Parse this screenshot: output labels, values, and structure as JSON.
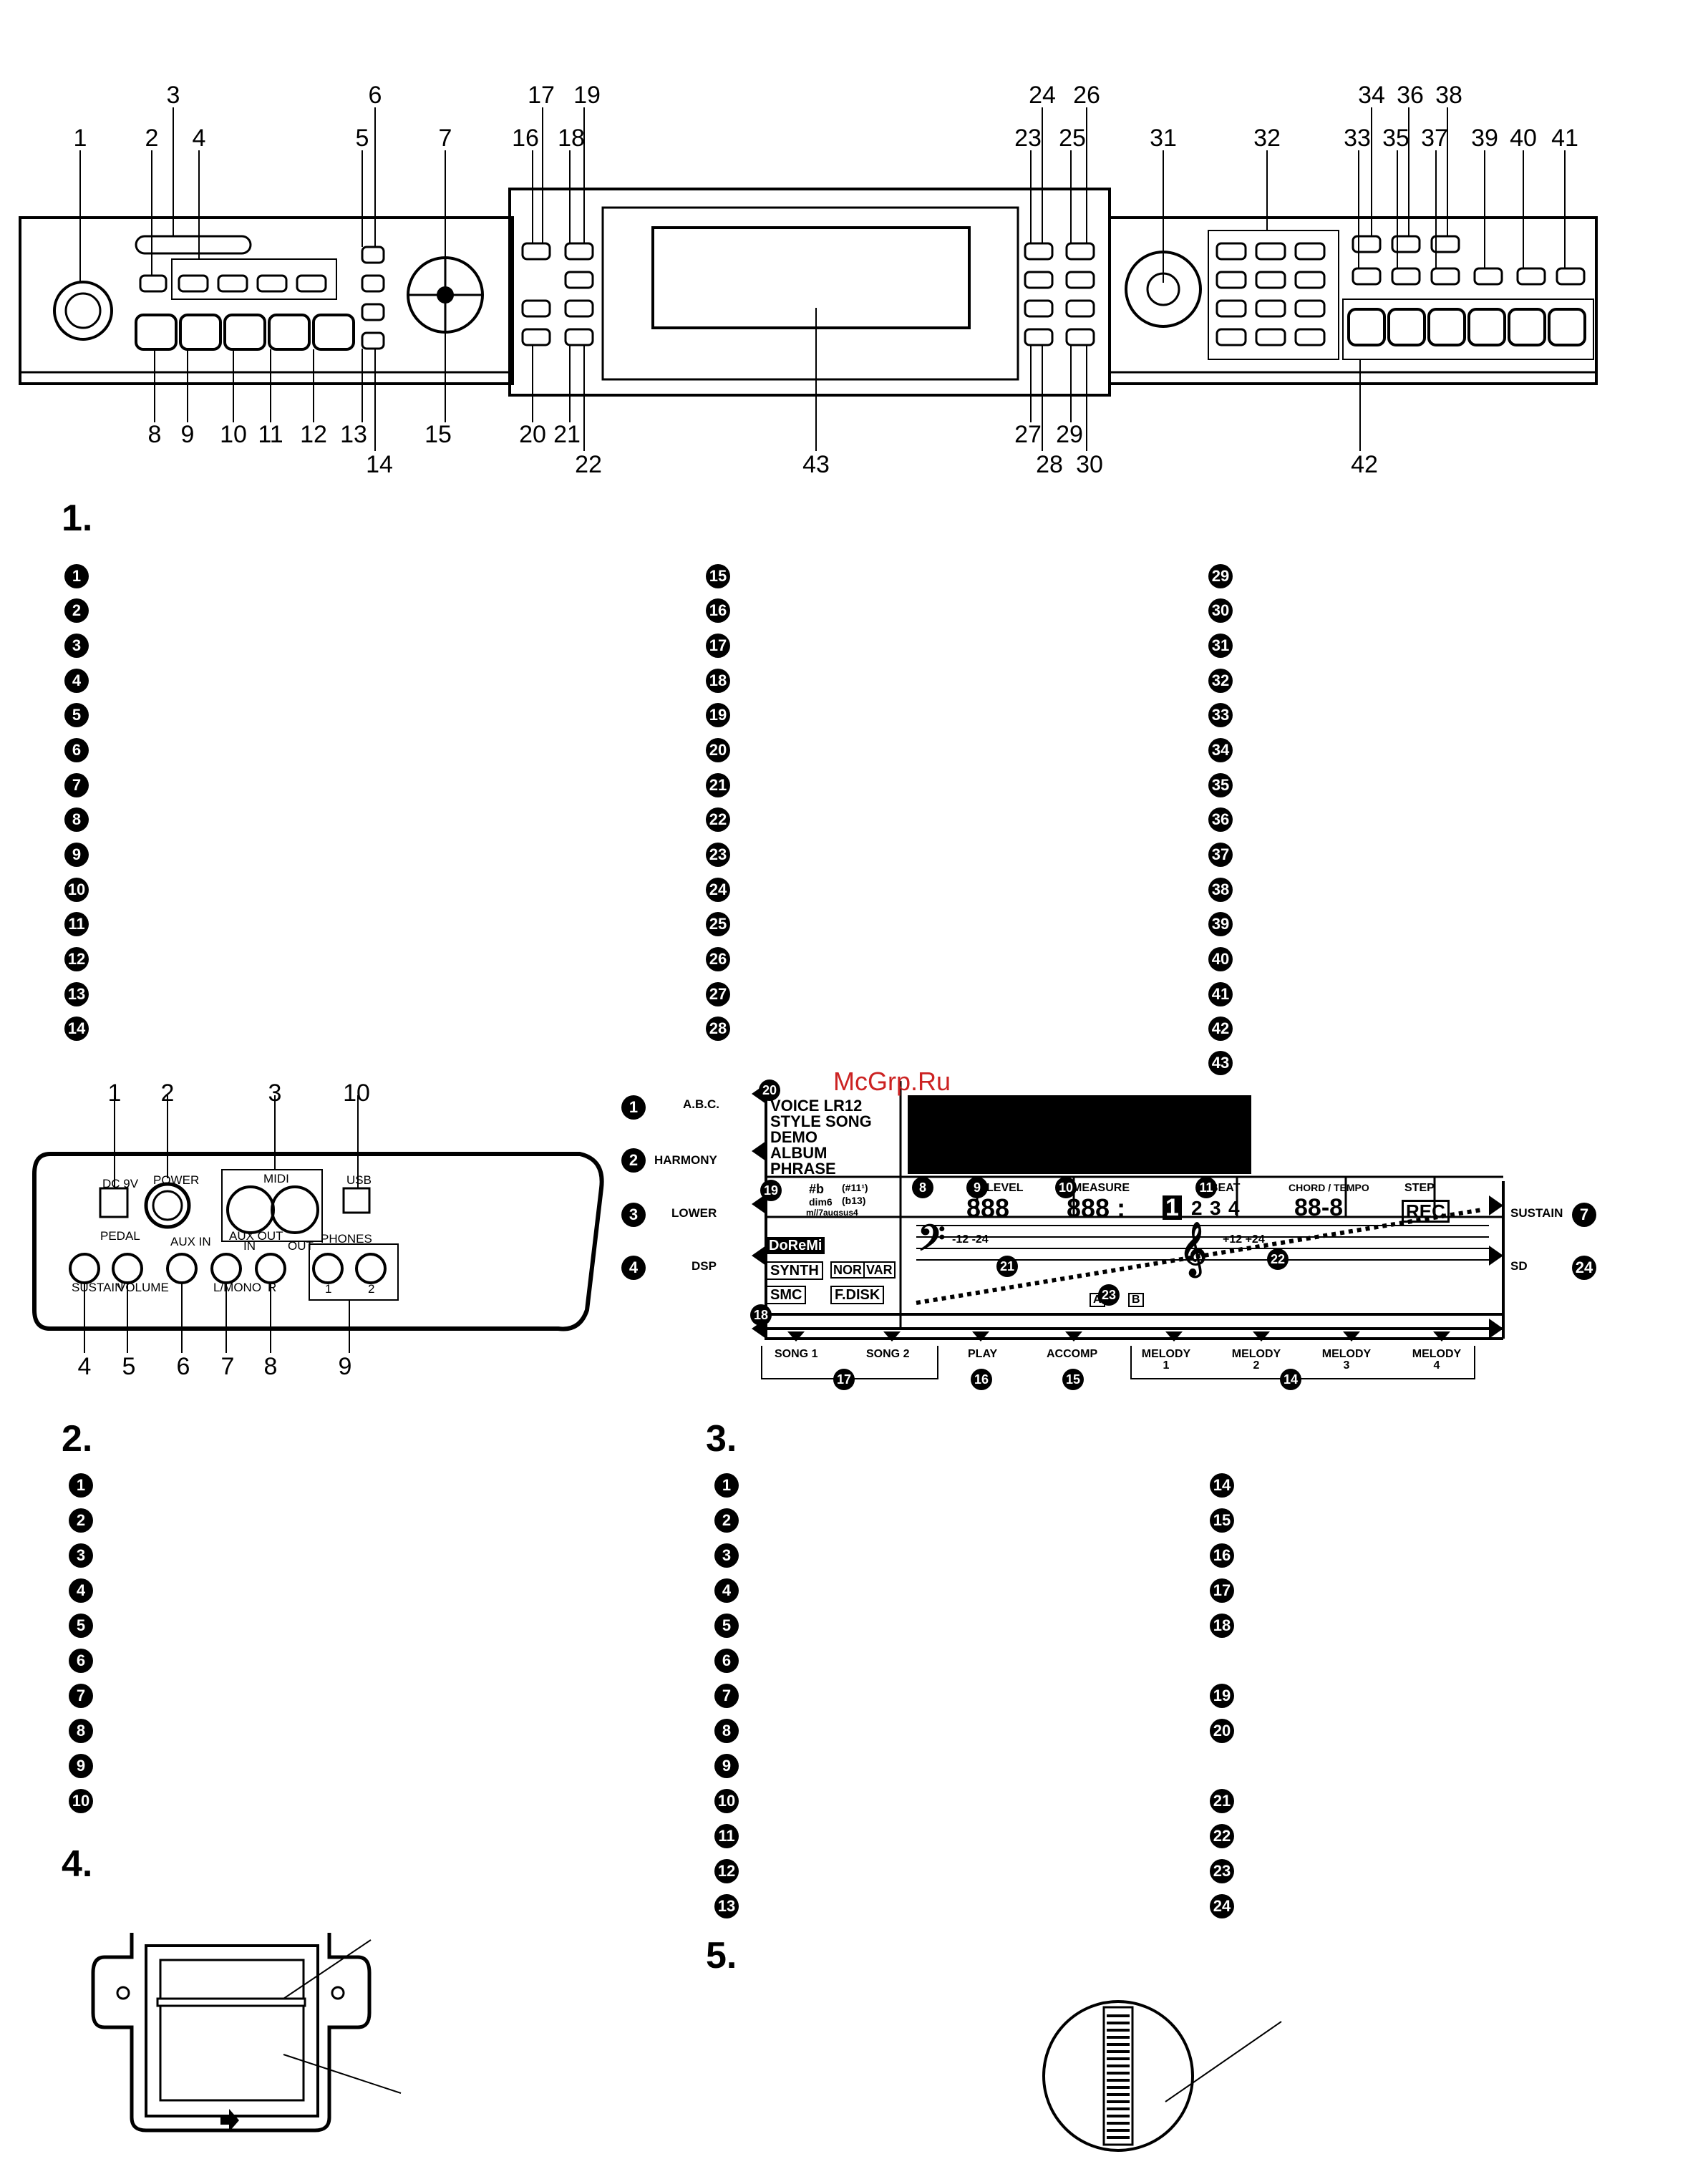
{
  "panel": {
    "top_numbers": [
      "1",
      "2",
      "3",
      "4",
      "5",
      "6",
      "7",
      "16",
      "17",
      "18",
      "19",
      "23",
      "24",
      "25",
      "26",
      "31",
      "32",
      "33",
      "34",
      "35",
      "36",
      "37",
      "38",
      "39",
      "40",
      "41"
    ],
    "bottom_numbers": [
      "8",
      "9",
      "10",
      "11",
      "12",
      "13",
      "14",
      "15",
      "20",
      "21",
      "22",
      "43",
      "27",
      "28",
      "29",
      "30",
      "42"
    ]
  },
  "sections": {
    "s1": "1.",
    "s2": "2.",
    "s3": "3.",
    "s4": "4.",
    "s5": "5."
  },
  "list1": {
    "col1": [
      "1",
      "2",
      "3",
      "4",
      "5",
      "6",
      "7",
      "8",
      "9",
      "10",
      "11",
      "12",
      "13",
      "14"
    ],
    "col2": [
      "15",
      "16",
      "17",
      "18",
      "19",
      "20",
      "21",
      "22",
      "23",
      "24",
      "25",
      "26",
      "27",
      "28"
    ],
    "col3": [
      "29",
      "30",
      "31",
      "32",
      "33",
      "34",
      "35",
      "36",
      "37",
      "38",
      "39",
      "40",
      "41",
      "42",
      "43"
    ]
  },
  "rear": {
    "top_numbers": [
      "1",
      "2",
      "3",
      "10"
    ],
    "bottom_numbers": [
      "4",
      "5",
      "6",
      "7",
      "8",
      "9"
    ],
    "labels": {
      "dc": "DC 9V",
      "power": "POWER",
      "midi": "MIDI",
      "in": "IN",
      "out": "OUT",
      "usb": "USB",
      "pedal": "PEDAL",
      "sustain": "SUSTAIN",
      "volume": "VOLUME",
      "aux_in": "AUX IN",
      "aux_out": "AUX OUT",
      "lmono": "L/MONO",
      "r": "R",
      "phones": "PHONES",
      "p1": "1",
      "p2": "2"
    }
  },
  "lcd": {
    "left_labels": [
      "A.B.C.",
      "HARMONY",
      "LOWER",
      "DSP"
    ],
    "left_nums": [
      "1",
      "2",
      "3",
      "4"
    ],
    "right_labels": [
      "SUSTAIN",
      "SD"
    ],
    "right_nums": [
      "7",
      "24"
    ],
    "mode_lines": [
      "VOICE LR12",
      "STYLE SONG",
      "DEMO",
      "ALBUM",
      "PHRASE"
    ],
    "chord": [
      "#b",
      "(#11¹)",
      "dim6",
      "(b13)",
      "m//7augsus4"
    ],
    "level_label": "LEVEL",
    "level_digits": "888",
    "measure_label": "MEASURE",
    "measure_digits": "888 :",
    "beat_label": "BEAT",
    "beats": [
      "1",
      "2",
      "3",
      "4"
    ],
    "tempo_label": "CHORD / TEMPO",
    "tempo_digits": "88-8",
    "step_label": "STEP",
    "rec_label": "REC",
    "tags": [
      "DoReMi",
      "SYNTH",
      "NOR",
      "VAR",
      "SMC",
      "F.DISK"
    ],
    "staff_marks": [
      "-12 -24",
      "+12 +24"
    ],
    "ab": [
      "A",
      "B"
    ],
    "bottom_labels": [
      "SONG 1",
      "SONG 2",
      "PLAY",
      "ACCOMP",
      "MELODY 1",
      "MELODY 2",
      "MELODY 3",
      "MELODY 4"
    ],
    "callouts": [
      "20",
      "19",
      "8",
      "9",
      "10",
      "11",
      "21",
      "22",
      "23",
      "18",
      "17",
      "16",
      "15",
      "14"
    ]
  },
  "list3": {
    "col1": [
      "1",
      "2",
      "3",
      "4",
      "5",
      "6",
      "7",
      "8",
      "9",
      "10",
      "11",
      "12",
      "13"
    ],
    "col2": [
      "14",
      "15",
      "16",
      "17",
      "18",
      "19",
      "20",
      "21",
      "22",
      "23",
      "24"
    ]
  },
  "list2": [
    "1",
    "2",
    "3",
    "4",
    "5",
    "6",
    "7",
    "8",
    "9",
    "10"
  ],
  "watermark": "McGrp.Ru"
}
